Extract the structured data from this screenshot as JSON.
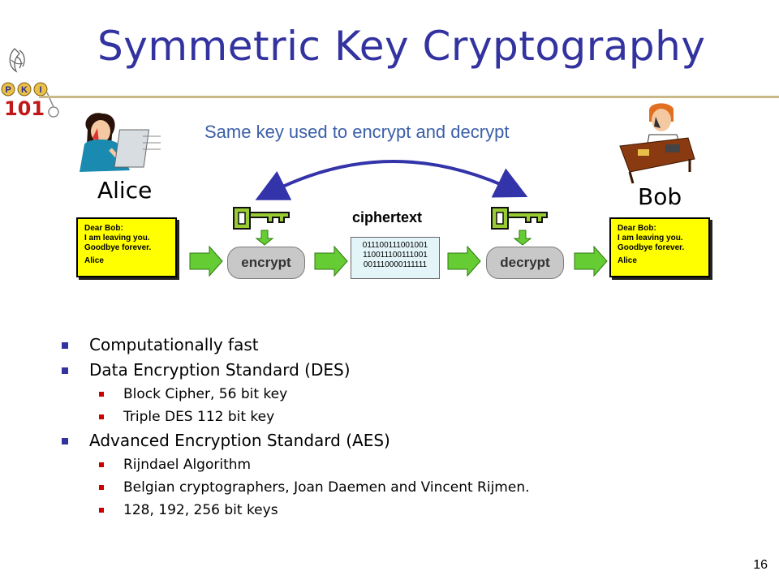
{
  "slide": {
    "title": "Symmetric Key Cryptography",
    "page_number": "16"
  },
  "logo": {
    "letters": [
      "P",
      "K",
      "I"
    ],
    "number": "101"
  },
  "diagram": {
    "subtitle": "Same key used to encrypt and decrypt",
    "alice_label": "Alice",
    "bob_label": "Bob",
    "ciphertext_label": "ciphertext",
    "letter_lines": [
      "Dear Bob:",
      "I am leaving you.",
      "Goodbye forever.",
      "Alice"
    ],
    "encrypt_label": "encrypt",
    "decrypt_label": "decrypt",
    "cipher_lines": [
      "011100111001001",
      "110011100111001",
      "001110000111111"
    ],
    "colors": {
      "letter_fill": "#ffff00",
      "arrow_fill": "#66cc33",
      "key_fill": "#99cc33",
      "curve_stroke": "#3333aa"
    }
  },
  "bullets": [
    {
      "text": "Computationally fast",
      "level": 1
    },
    {
      "text": "Data Encryption Standard (DES)",
      "level": 1
    },
    {
      "text": "Block Cipher, 56 bit key",
      "level": 2
    },
    {
      "text": "Triple DES 112 bit key",
      "level": 2
    },
    {
      "text": "Advanced Encryption Standard (AES)",
      "level": 1
    },
    {
      "text": "Rijndael Algorithm",
      "level": 2
    },
    {
      "text": "Belgian cryptographers, Joan Daemen and Vincent Rijmen.",
      "level": 2
    },
    {
      "text": "128, 192, 256 bit keys",
      "level": 2
    }
  ]
}
